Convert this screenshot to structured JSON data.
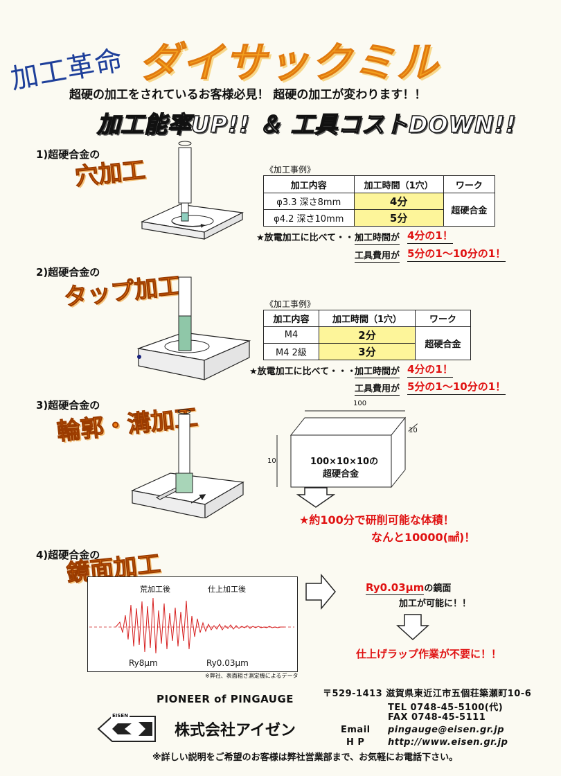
{
  "header": {
    "kakou_kakumei": "加工革命",
    "brand": "ダイサックミル",
    "lead": "超硬の加工をされているお客様必見！ 超硬の加工が変わります！！",
    "slogan": "加工能率UP!! ＆ 工具コストDOWN!!"
  },
  "sections": [
    {
      "num": "1)超硬合金の",
      "title": "穴加工",
      "case_label": "《加工事例》",
      "headers": [
        "加工内容",
        "加工時間（1穴）",
        "ワーク"
      ],
      "rows": [
        {
          "content": "φ3.3 深さ8mm",
          "time": "4分"
        },
        {
          "content": "φ4.2 深さ10mm",
          "time": "5分"
        }
      ],
      "work": "超硬合金",
      "compare": "★放電加工に比べて・・・",
      "time_label": "加工時間が",
      "time_value": "4分の1！",
      "cost_label": "工具費用が",
      "cost_value": "5分の1〜10分の1！"
    },
    {
      "num": "2)超硬合金の",
      "title": "タップ加工",
      "case_label": "《加工事例》",
      "headers": [
        "加工内容",
        "加工時間（1穴）",
        "ワーク"
      ],
      "rows": [
        {
          "content": "M4",
          "time": "2分"
        },
        {
          "content": "M4 2級",
          "time": "3分"
        }
      ],
      "work": "超硬合金",
      "compare": "★放電加工に比べて・・・",
      "time_label": "加工時間が",
      "time_value": "4分の1！",
      "cost_label": "工具費用が",
      "cost_value": "5分の1〜10分の1！"
    },
    {
      "num": "3)超硬合金の",
      "title": "輪郭・溝加工",
      "block_dim_top": "100",
      "block_dim_side": "10",
      "block_dim_left": "10",
      "block_text_1": "100×10×10の",
      "block_text_2": "超硬合金",
      "result_1": "★約100分で研削可能な体積！",
      "result_2": "なんと10000(㎟)！"
    },
    {
      "num": "4)超硬合金の",
      "title": "鏡面加工",
      "before_label": "荒加工後",
      "after_label": "仕上加工後",
      "ry_before": "Ry8μm",
      "ry_after": "Ry0.03μm",
      "note": "※弊社、表面粗さ測定機によるデータ",
      "ry_result": "Ry0.03μm",
      "ry_result_tail": "の鏡面",
      "ry_result_2": "加工が可能に！！",
      "result_3": "仕上げラップ作業が不要に！！"
    }
  ],
  "footer": {
    "pioneer": "PIONEER of PINGAUGE",
    "eisen_logo": "EISEN",
    "company": "株式会社アイゼン",
    "postal": "〒529-1413 滋賀県東近江市五個荘簗瀬町10-6",
    "tel": "TEL 0748-45-5100(代)",
    "fax": "FAX 0748-45-5111",
    "email_label": "Email",
    "email": "pingauge@eisen.gr.jp",
    "hp_label": "H P",
    "hp": "http://www.eisen.gr.jp",
    "closing": "※詳しい説明をご希望のお客様は弊社営業部まで、お気軽にお電話下さい。"
  }
}
